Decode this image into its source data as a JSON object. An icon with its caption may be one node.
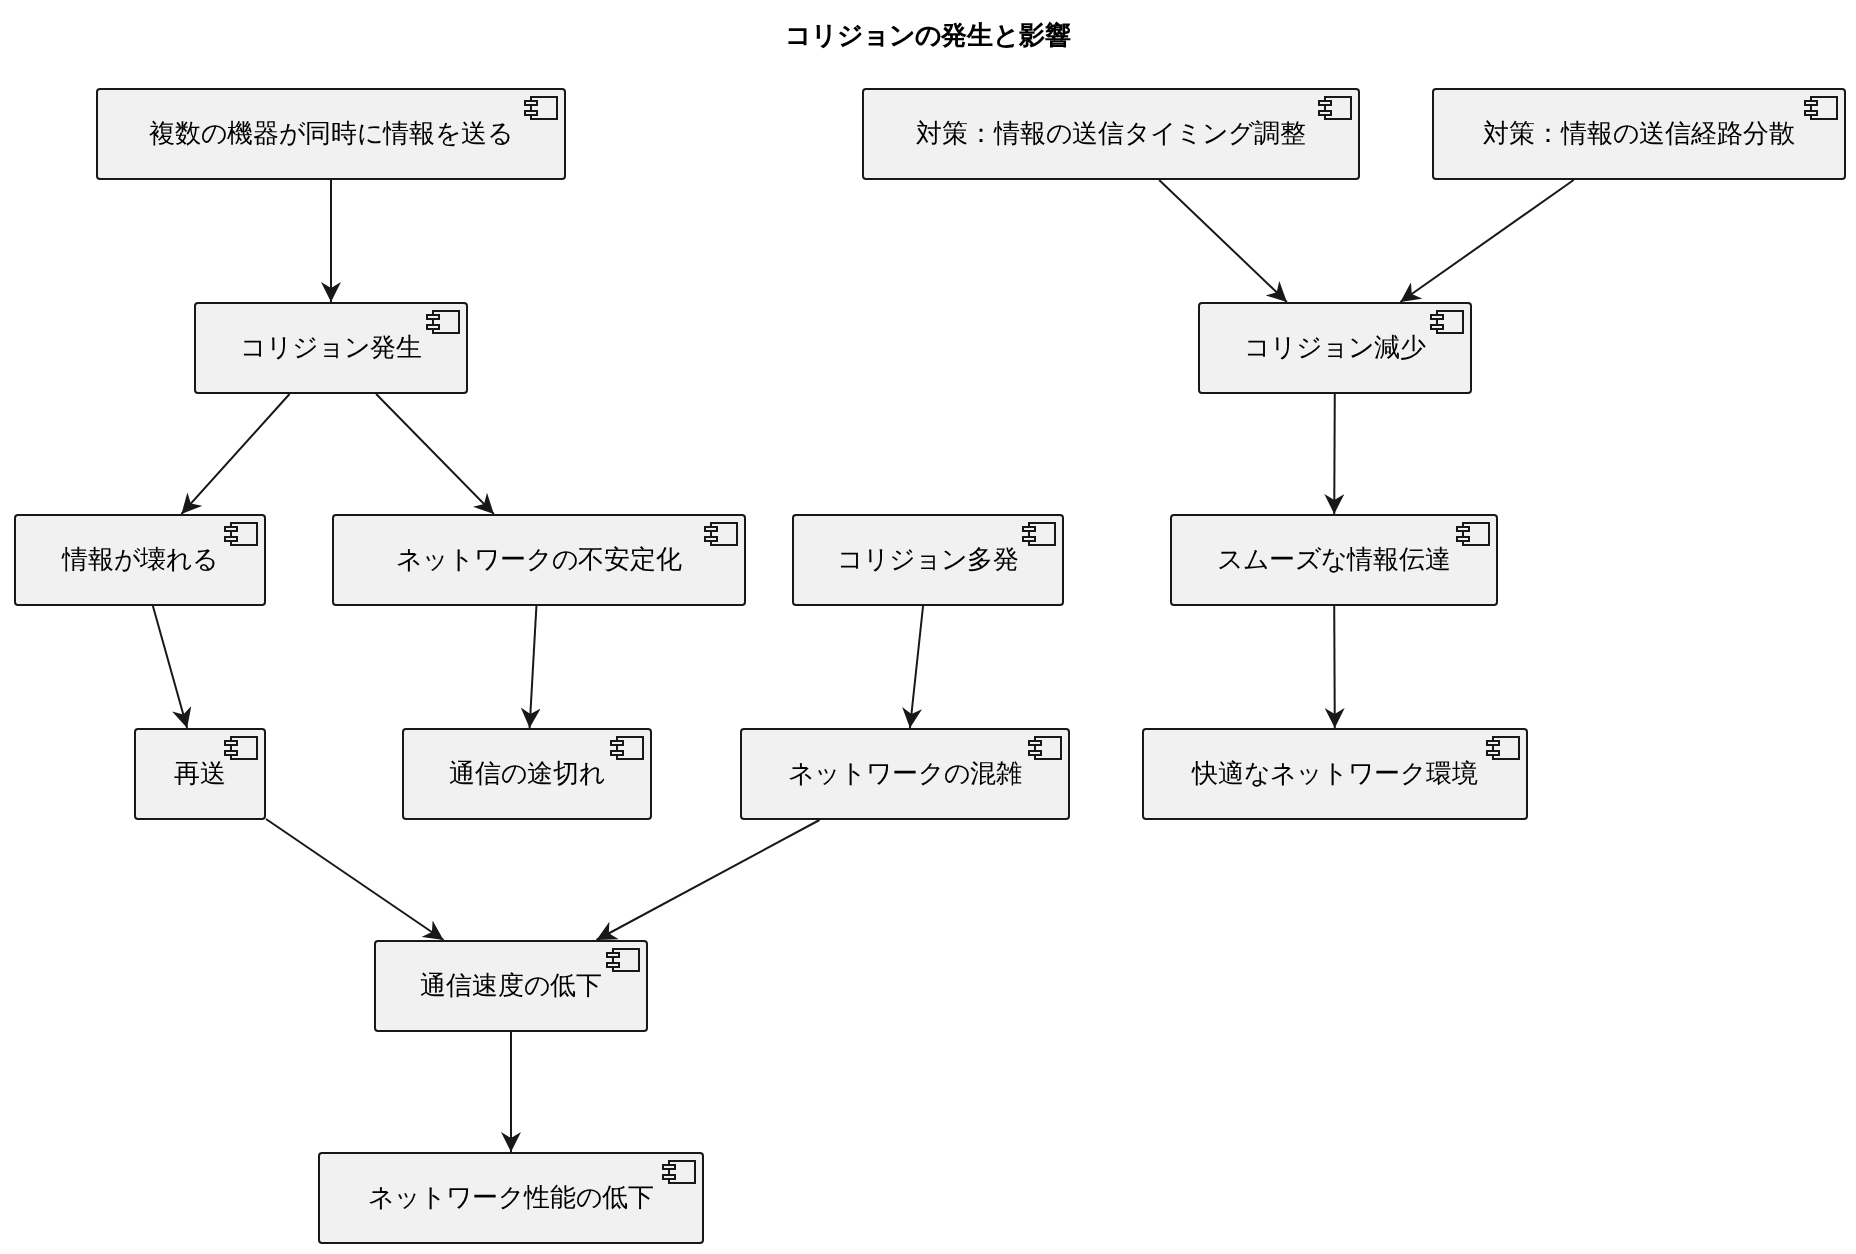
{
  "diagram": {
    "title": "コリジョンの発生と影響",
    "nodes": [
      {
        "text": [
          "複数の機器が同時に情報を送る"
        ]
      },
      {
        "text": [
          "コリジョン発生"
        ]
      },
      {
        "text": [
          "情報が壊れる"
        ]
      },
      {
        "text": [
          "ネットワークの不安定化"
        ]
      },
      {
        "text": [
          "コリジョン多発"
        ]
      },
      {
        "text": [
          "再送"
        ]
      },
      {
        "text": [
          "通信の途切れ"
        ]
      },
      {
        "text": [
          "ネットワークの混雑"
        ]
      },
      {
        "text": [
          "通信速度の低下"
        ]
      },
      {
        "text": [
          "ネットワーク性能の低下"
        ]
      },
      {
        "text": [
          "対策：情報の送信タイミング調整"
        ]
      },
      {
        "text": [
          "対策：情報の送信経路分散"
        ]
      },
      {
        "text": [
          "コリジョン減少"
        ]
      },
      {
        "text": [
          "スムーズな情報伝達"
        ]
      },
      {
        "text": [
          "快適なネットワーク環境"
        ]
      }
    ],
    "edges": [
      {
        "from": 0,
        "to": 1,
        "arrow": "to"
      },
      {
        "from": 1,
        "to": 2,
        "arrow": "to"
      },
      {
        "from": 1,
        "to": 3,
        "arrow": "to"
      },
      {
        "from": 2,
        "to": 5,
        "arrow": "to"
      },
      {
        "from": 3,
        "to": 6,
        "arrow": "to"
      },
      {
        "from": 4,
        "to": 7,
        "arrow": "to"
      },
      {
        "from": 5,
        "to": 8,
        "arrow": "to"
      },
      {
        "from": 7,
        "to": 8,
        "arrow": "to"
      },
      {
        "from": 8,
        "to": 9,
        "arrow": "to"
      },
      {
        "from": 10,
        "to": 12,
        "arrow": "to"
      },
      {
        "from": 11,
        "to": 12,
        "arrow": "to"
      },
      {
        "from": 12,
        "to": 13,
        "arrow": "to"
      },
      {
        "from": 13,
        "to": 14,
        "arrow": "to"
      }
    ]
  }
}
